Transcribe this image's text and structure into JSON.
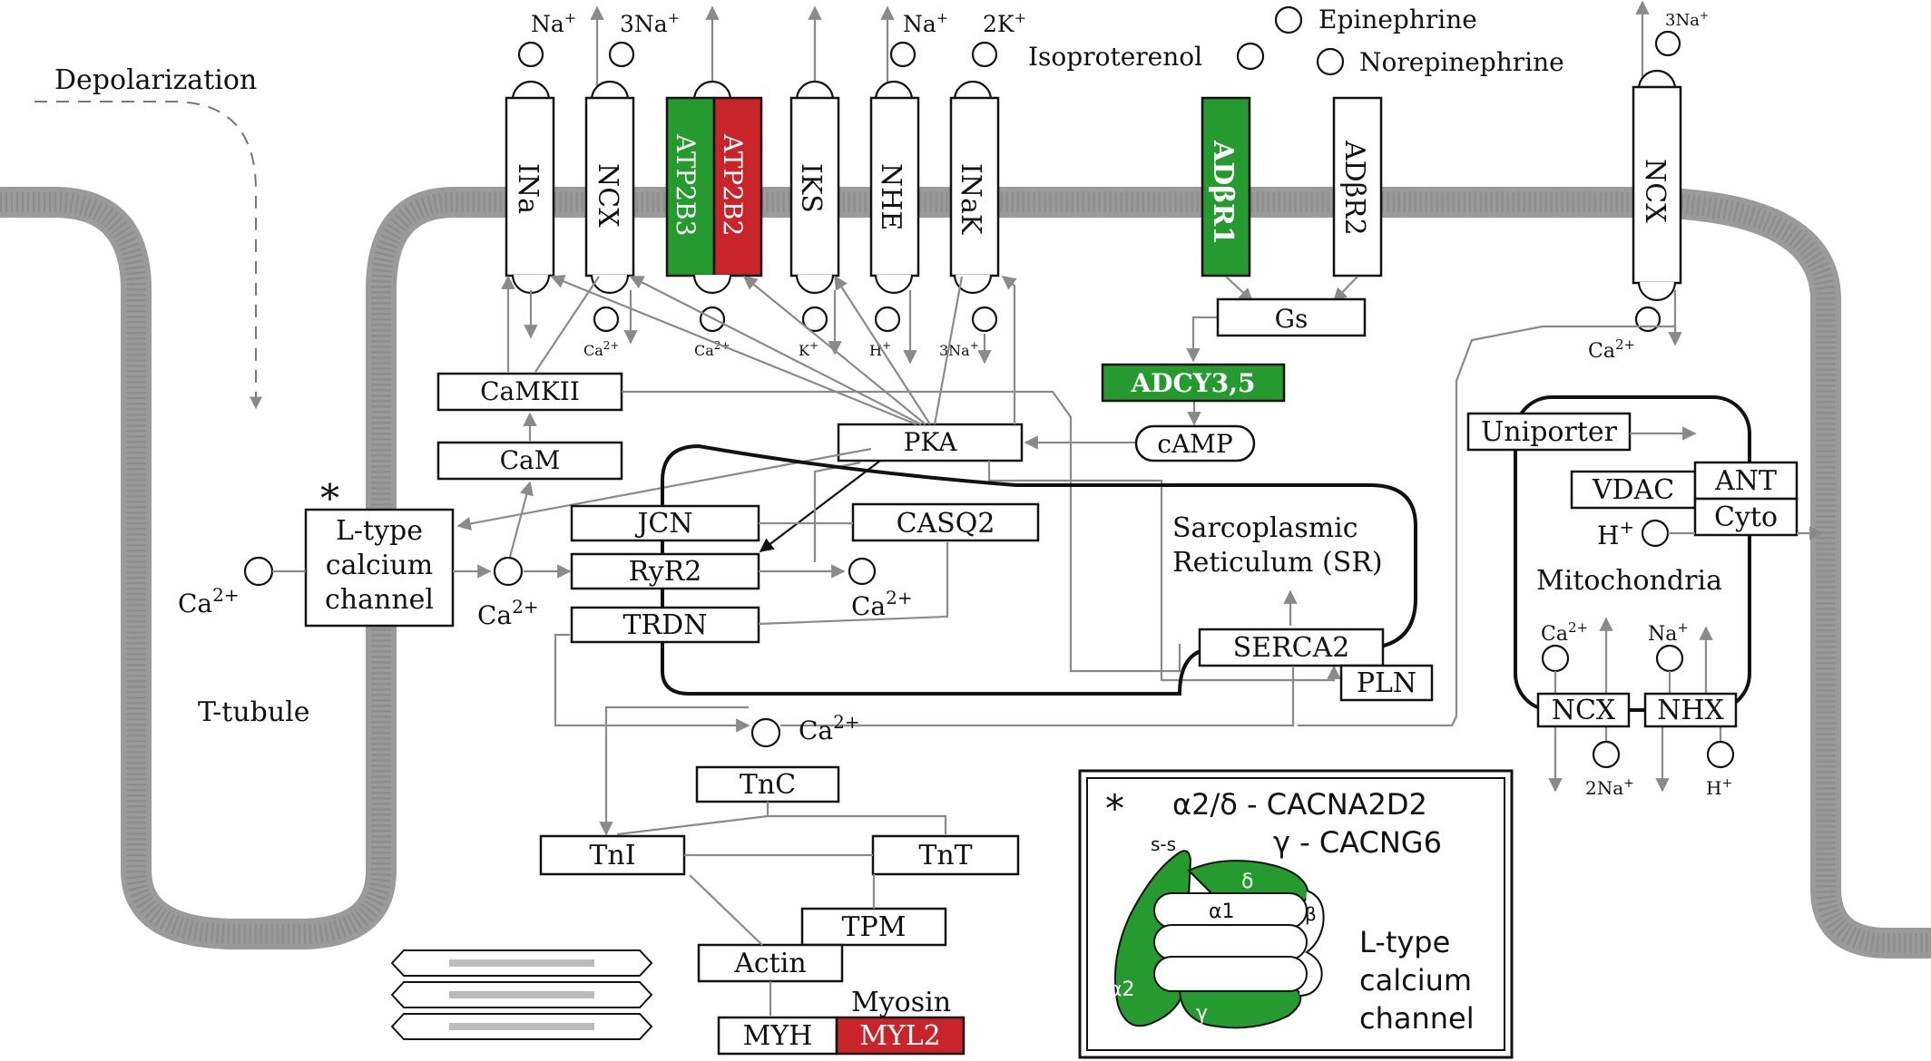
{
  "labels": {
    "depolarization": "Depolarization",
    "t_tubule": "T-tubule",
    "sr_line1": "Sarcoplasmic",
    "sr_line2": "Reticulum (SR)",
    "mitochondria": "Mitochondria",
    "myosin": "Myosin",
    "asterisk": "*"
  },
  "ions": {
    "na_plus": "Na",
    "three_na_plus": "3Na",
    "two_k_plus": "2K",
    "ca2_plus": "Ca",
    "k_plus": "K",
    "h_plus": "H",
    "two_na_plus": "2Na",
    "plus": "+",
    "two_plus": "2+"
  },
  "ligands": {
    "epinephrine": "Epinephrine",
    "isoproterenol": "Isoproterenol",
    "norepinephrine": "Norepinephrine"
  },
  "channels": {
    "ina": "INa",
    "ncx": "NCX",
    "atp2b3": "ATP2B3",
    "atp2b2": "ATP2B2",
    "iks": "IKS",
    "nhe": "NHE",
    "inak": "INaK",
    "adb1": "ADβR1",
    "adb2": "ADβR2",
    "ncx_right": "NCX"
  },
  "boxes": {
    "gs": "Gs",
    "adcy": "ADCY3,5",
    "camp": "cAMP",
    "camkii": "CaMKII",
    "cam": "CaM",
    "pka": "PKA",
    "ltype_line1": "L-type",
    "ltype_line2": "calcium",
    "ltype_line3": "channel",
    "jcn": "JCN",
    "casq2": "CASQ2",
    "ryr2": "RyR2",
    "trdn": "TRDN",
    "serca2": "SERCA2",
    "pln": "PLN",
    "tnc": "TnC",
    "tni": "TnI",
    "tnt": "TnT",
    "tpm": "TPM",
    "actin": "Actin",
    "myh": "MYH",
    "myl2": "MYL2",
    "uniporter": "Uniporter",
    "vdac": "VDAC",
    "ant": "ANT",
    "cyto": "Cyto",
    "ncx_mito": "NCX",
    "nhx": "NHX"
  },
  "legend": {
    "asterisk": "*",
    "a2d": "α2/δ - CACNA2D2",
    "gamma": "γ - CACNG6",
    "ss": "s-s",
    "delta": "δ",
    "alpha1": "α1",
    "beta": "β",
    "alpha2": "α2",
    "gamma_small": "γ",
    "title_line1": "L-type",
    "title_line2": "calcium",
    "title_line3": "channel"
  },
  "colors": {
    "upregulated_green": "#259a2f",
    "downregulated_red": "#c8242a",
    "membrane_gray": "#9a9a9a",
    "arrow_gray": "#8a8a8a"
  }
}
